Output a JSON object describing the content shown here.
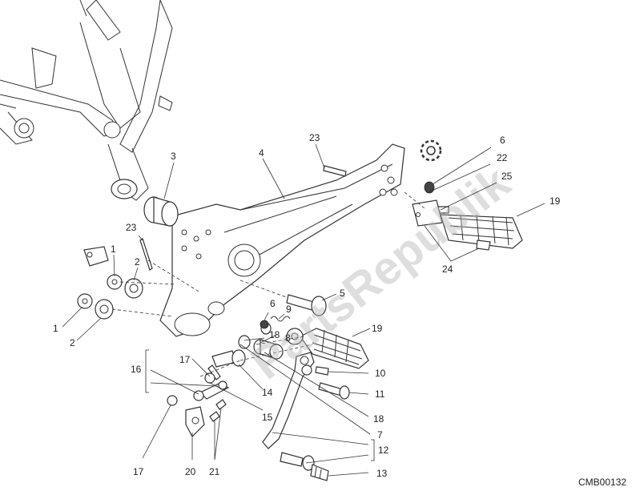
{
  "diagram": {
    "drawing_code": "CMB00132",
    "callouts": [
      {
        "id": "c1a",
        "text": "1"
      },
      {
        "id": "c1b",
        "text": "1"
      },
      {
        "id": "c2a",
        "text": "2"
      },
      {
        "id": "c2b",
        "text": "2"
      },
      {
        "id": "c3",
        "text": "3"
      },
      {
        "id": "c4",
        "text": "4"
      },
      {
        "id": "c5",
        "text": "5"
      },
      {
        "id": "c6a",
        "text": "6"
      },
      {
        "id": "c6b",
        "text": "6"
      },
      {
        "id": "c7",
        "text": "7"
      },
      {
        "id": "c8",
        "text": "8"
      },
      {
        "id": "c9",
        "text": "9"
      },
      {
        "id": "c10",
        "text": "10"
      },
      {
        "id": "c11",
        "text": "11"
      },
      {
        "id": "c12",
        "text": "12"
      },
      {
        "id": "c13",
        "text": "13"
      },
      {
        "id": "c14",
        "text": "14"
      },
      {
        "id": "c15",
        "text": "15"
      },
      {
        "id": "c16",
        "text": "16"
      },
      {
        "id": "c17a",
        "text": "17"
      },
      {
        "id": "c17b",
        "text": "17"
      },
      {
        "id": "c18a",
        "text": "18"
      },
      {
        "id": "c18b",
        "text": "18"
      },
      {
        "id": "c19a",
        "text": "19"
      },
      {
        "id": "c19b",
        "text": "19"
      },
      {
        "id": "c20",
        "text": "20"
      },
      {
        "id": "c21",
        "text": "21"
      },
      {
        "id": "c22",
        "text": "22"
      },
      {
        "id": "c23a",
        "text": "23"
      },
      {
        "id": "c23b",
        "text": "23"
      },
      {
        "id": "c24",
        "text": "24"
      },
      {
        "id": "c25",
        "text": "25"
      }
    ]
  }
}
